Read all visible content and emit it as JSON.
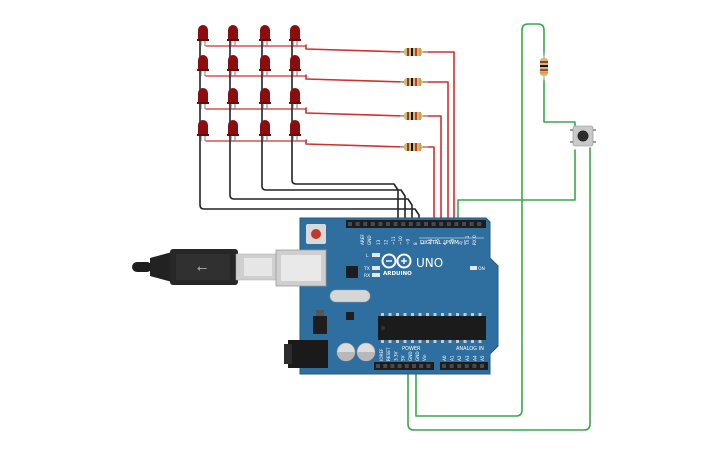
{
  "board": {
    "brand": "ARDUINO",
    "model": "UNO",
    "digital_label": "DIGITAL (PWM~)",
    "analog_label": "ANALOG IN",
    "power_label": "POWER",
    "aref": "AREF",
    "gnd": "GND",
    "led_l": "L",
    "led_tx": "TX",
    "led_rx": "RX",
    "led_on": "ON",
    "digital_pins": [
      "13",
      "12",
      "~11",
      "~10",
      "~9",
      "8",
      "7",
      "~6",
      "~5",
      "4",
      "~3",
      "2",
      "TX 1",
      "RX 0"
    ],
    "power_pins": [
      "IOREF",
      "RESET",
      "3.3V",
      "5V",
      "GND",
      "GND",
      "Vin"
    ],
    "analog_pins": [
      "A0",
      "A1",
      "A2",
      "A3",
      "A4",
      "A5"
    ],
    "colors": {
      "board": "#2f6f9f",
      "header": "#1d1d1d",
      "wire_red": "#d32f2f",
      "wire_black": "#222222",
      "wire_green": "#3aa84a",
      "led": "#8b0e0e"
    }
  },
  "components": {
    "led_rows": 4,
    "led_cols": 4,
    "resistors": 5,
    "button": "pushbutton",
    "usb_cable": "usb-cable"
  }
}
